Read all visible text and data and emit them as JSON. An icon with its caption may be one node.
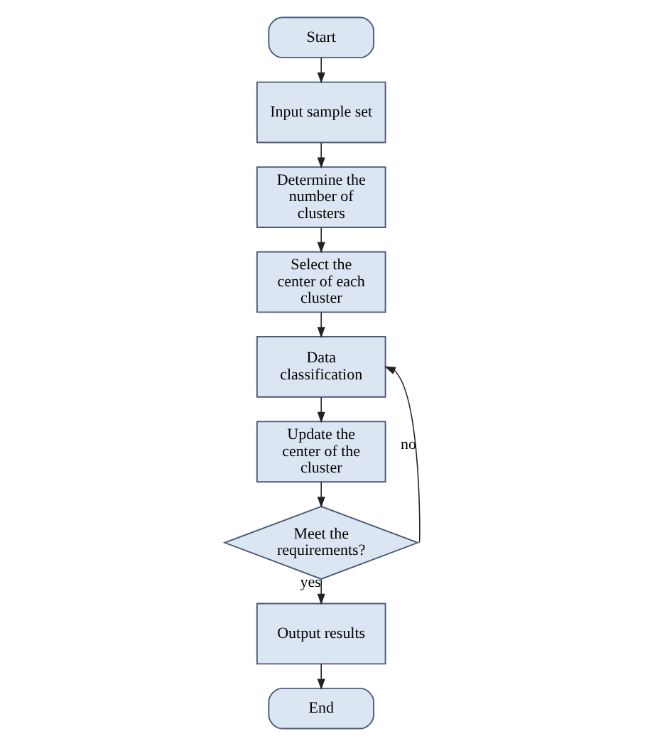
{
  "diagram": {
    "nodes": [
      {
        "text": [
          "Start"
        ]
      },
      {
        "text": [
          "Input sample set"
        ]
      },
      {
        "text": [
          "Determine the number of clusters"
        ]
      },
      {
        "text": [
          "Select the center of each cluster"
        ]
      },
      {
        "text": [
          "Data classification"
        ]
      },
      {
        "text": [
          "Update the center of the cluster"
        ]
      },
      {
        "text": [
          "Meet the requirements?"
        ]
      },
      {
        "text": [
          "Output results"
        ]
      },
      {
        "text": [
          "End"
        ]
      }
    ],
    "edges": [
      {
        "from": 0,
        "to": 1,
        "arrow": "to"
      },
      {
        "from": 1,
        "to": 2,
        "arrow": "to"
      },
      {
        "from": 2,
        "to": 3,
        "arrow": "to"
      },
      {
        "from": 3,
        "to": 4,
        "arrow": "to"
      },
      {
        "from": 4,
        "to": 5,
        "arrow": "to"
      },
      {
        "from": 5,
        "to": 6,
        "arrow": "to"
      },
      {
        "from": 6,
        "to": 4,
        "label": "no",
        "arrow": "to"
      },
      {
        "from": 6,
        "to": 7,
        "label": "yes",
        "arrow": "to"
      },
      {
        "from": 7,
        "to": 8,
        "arrow": "to"
      }
    ]
  }
}
